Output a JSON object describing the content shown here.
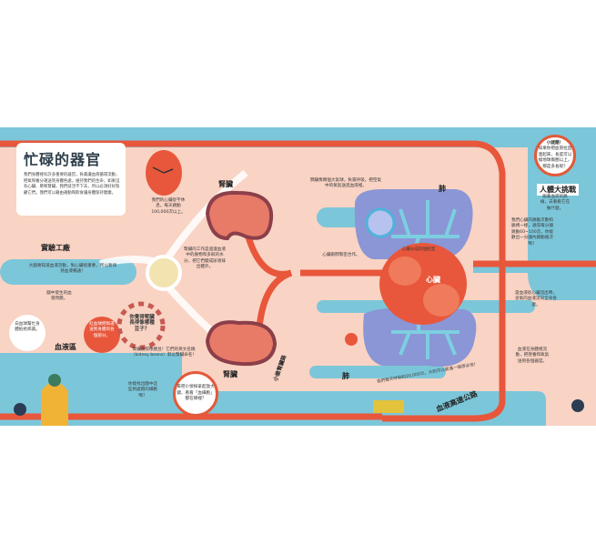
{
  "title": "忙碌的器官",
  "intro": "我們身體裡有許多重要的器官，負責讓血液循環流動，把氧和養分運送到身體各處。維持我們的生命，如果沒有心臟、肺和腎臟，我們就活不下去，所以必須好好照顧它們。我們可以藉由運動和飲食讓身體保持健康。",
  "labels": {
    "kidney_top": "腎臟",
    "kidney_bottom": "腎臟",
    "lung_top": "肺",
    "lung_bottom": "肺",
    "heart": "心臟",
    "space_station": "實驗工廠",
    "blood_zone": "血液區",
    "highway": "血液高速公路",
    "small_road": "小偷腎臟路",
    "game_title": "人體大挑戰"
  },
  "notes": {
    "heart_clock": "我們的心臟從不休息，每天跳動100,000次以上。",
    "pipe": "大腦要知道血液流動，對心臟很重要，所以要保持血液暢通！",
    "cloud": "腦中發生的血液問題。",
    "white_cell": "白血球幫忙身體抵抗病菌。",
    "red_cell": "紅血球把氧運送到身體的各個部分。",
    "beans": "你覺得腎臟長得像哪種豆子？",
    "bean_answer": "腎臟長得像腰豆！它們的英文名稱（kidney beans）就以腎臟命名！",
    "kidney_work": "腎臟的工作是過濾血液中的廢物和多餘的水分，把它們變成尿液排出體外。",
    "find": "你能找出圖中這些到處跑的細胞嗎？",
    "magnifier": "來吧小偵探拿起放大鏡，看看「血細胞」都在哪裡？",
    "lung_air": "肺臟像兩個大氣球，負責呼吸，把空氣中的氧氣送進血液裡。",
    "alveoli": "心臟跟肺緊密合作。",
    "lung_breath": "我們每天呼吸約20,000次，大約可以裝滿一個游泳池！",
    "heart_top": "心臟分成四個腔室",
    "quiz_title": "小謎題！",
    "quiz": "如果你把血管拉直連起來，長度可以繞地球兩圈以上，那是多長呢？",
    "game": "跟著血液的路線，去看看它在做什麼。",
    "heartbeat": "我們心臟的跳動次數和脈搏一樣，通常每分鐘跳動60~100次，你能數出一分鐘內跳動幾次嗎？",
    "right_mid": "當血液從心臟流出時，含氧的血液流向全身各處。",
    "right_low": "血液在身體裡流動，把營養和氧氣送到各個器官。"
  },
  "colors": {
    "pink": "#f9d3c4",
    "blue": "#7cc6d9",
    "red": "#e8573b",
    "lung": "#8a96d6",
    "branch": "#7ccfe0"
  }
}
